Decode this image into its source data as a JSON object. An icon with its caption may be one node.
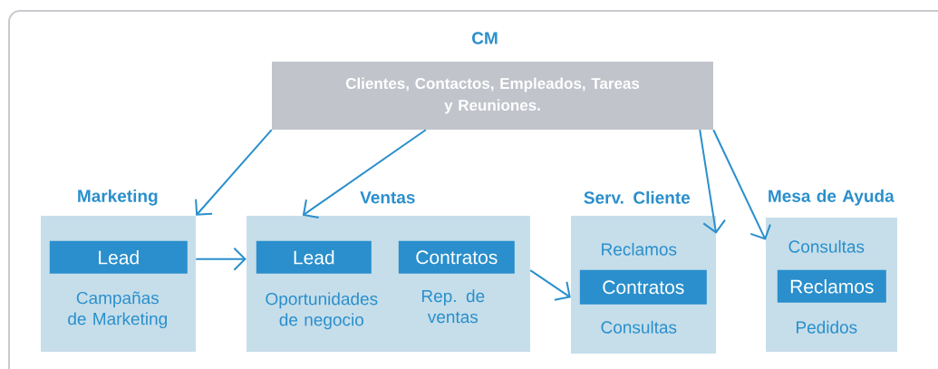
{
  "diagram": {
    "title": "CM",
    "nodes": [
      {
        "text": [
          "Clientes, Contactos, Empleados, Tareas y Reuniones."
        ]
      },
      {
        "text": [
          "Marketing",
          "Campañas de Marketing"
        ]
      },
      {
        "text": [
          "Lead"
        ],
        "in": 1
      },
      {
        "text": [
          "Ventas",
          "Oportunidades de negocio",
          "Rep. de ventas"
        ]
      },
      {
        "text": [
          "Lead"
        ],
        "in": 3
      },
      {
        "text": [
          "Contratos"
        ],
        "in": 3
      },
      {
        "text": [
          "Serv. Cliente",
          "Reclamos",
          "Consultas"
        ]
      },
      {
        "text": [
          "Contratos"
        ],
        "in": 6
      },
      {
        "text": [
          "Mesa de Ayuda",
          "Consultas",
          "Pedidos"
        ]
      },
      {
        "text": [
          "Reclamos"
        ],
        "in": 8
      }
    ],
    "edges": [
      {
        "from": 0,
        "to": 1,
        "arrow": "to"
      },
      {
        "from": 0,
        "to": 3,
        "arrow": "to"
      },
      {
        "from": 0,
        "to": 6,
        "arrow": "to"
      },
      {
        "from": 0,
        "to": 8,
        "arrow": "to"
      },
      {
        "from": 1,
        "to": 3,
        "arrow": "to"
      },
      {
        "from": 3,
        "to": 6,
        "arrow": "to"
      }
    ]
  }
}
